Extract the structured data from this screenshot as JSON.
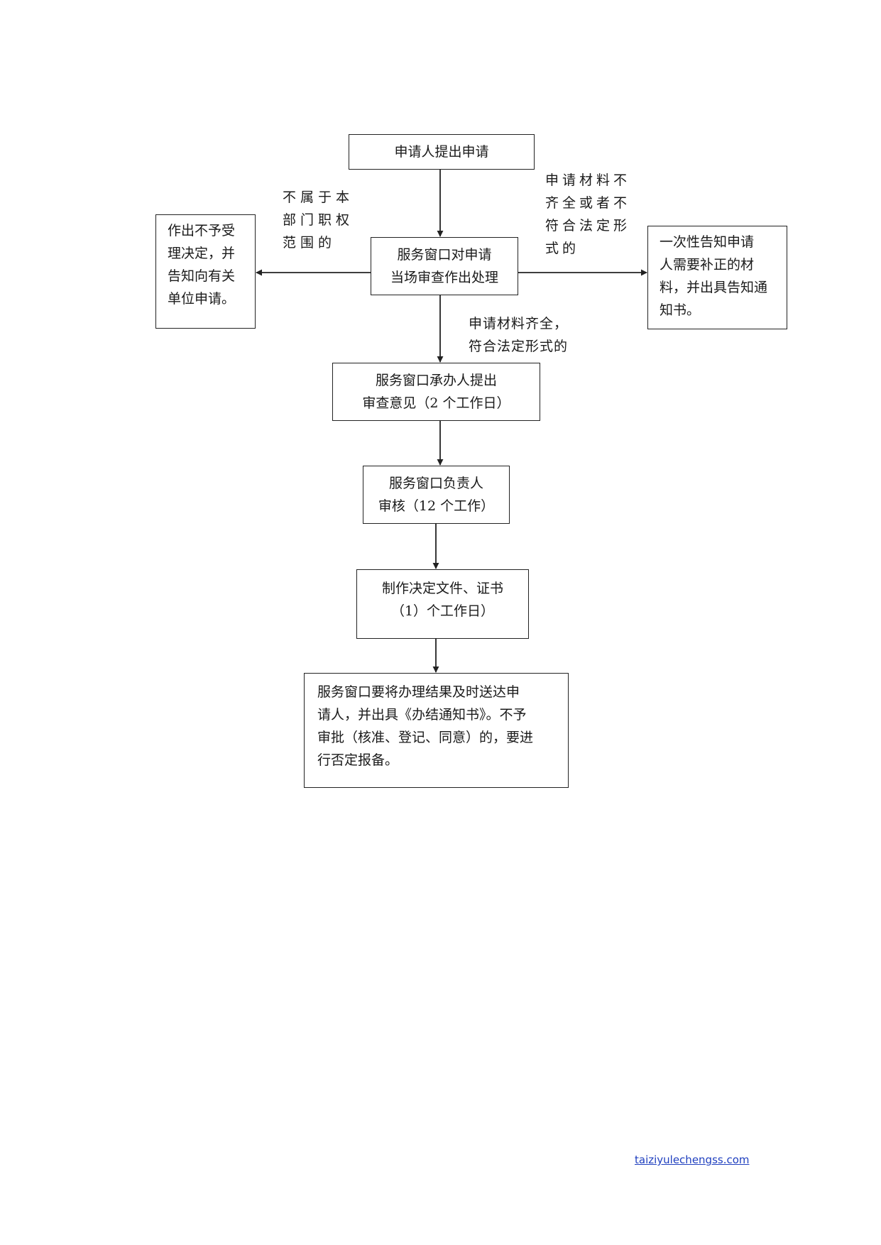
{
  "colors": {
    "line": "#222222",
    "link": "#1f3fbf"
  },
  "steps": {
    "apply": [
      "申请人提出申请"
    ],
    "review": [
      "服务窗口对申请",
      "当场审查作出处理"
    ],
    "reject": [
      "作出不予受",
      "理决定，并",
      "告知向有关",
      "单位申请。"
    ],
    "notify": [
      "一次性告知申请",
      "人需要补正的材",
      "料，并出具告知通",
      "知书。"
    ],
    "opinion": [
      "服务窗口承办人提出",
      "审查意见（2 个工作日）"
    ],
    "audit": [
      "服务窗口负责人",
      "审核（12 个工作）"
    ],
    "make": [
      "制作决定文件、证书",
      "（1）个工作日）"
    ],
    "deliver": [
      "服务窗口要将办理结果及时送达申",
      "请人，并出具《办结通知书》。不予",
      "审批（核准、登记、同意）的，要进",
      "行否定报备。"
    ]
  },
  "conditions": {
    "not_in_scope": [
      "不属于本",
      "部门职权",
      "范围的"
    ],
    "incomplete": [
      "申请材料不",
      "齐全或者不",
      "符合法定形",
      "式的"
    ],
    "complete": [
      "申请材料齐全，",
      "符合法定形式的"
    ]
  },
  "footer": {
    "link_text": "taiziyulechengss.com"
  }
}
